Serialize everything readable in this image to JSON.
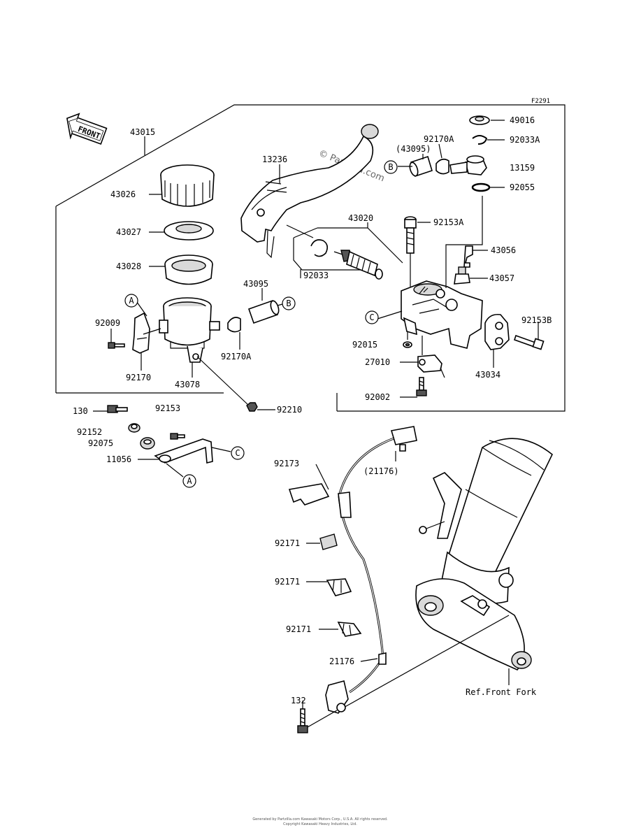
{
  "diagram_code": "F2291",
  "front_label": "FRONT",
  "watermark": "© Partzilla.com",
  "ref_label": "Ref.Front Fork",
  "copyright_line1": "Generated by Partzilla.com  Kawasaki Motors Corp., U.S.A. All rights reserved.",
  "copyright_line2": "Copyright Kawasaki Heavy Industries, Ltd.",
  "labels": {
    "p43015": "43015",
    "p43026": "43026",
    "p43027": "43027",
    "p43028": "43028",
    "p13236": "13236",
    "p43095b": "(43095)",
    "p92170a_top": "92170A",
    "p49016": "49016",
    "p92033a": "92033A",
    "p13159": "13159",
    "p92055": "92055",
    "p43020": "43020",
    "p92153a": "92153A",
    "p43056": "43056",
    "p43057": "43057",
    "p92033": "92033",
    "p43095": "43095",
    "p92009": "92009",
    "p92170a": "92170A",
    "p92170": "92170",
    "p43078": "43078",
    "p92015": "92015",
    "p27010": "27010",
    "p92153b": "92153B",
    "p43034": "43034",
    "p92002": "92002",
    "p130": "130",
    "p92153": "92153",
    "p92210": "92210",
    "p92152": "92152",
    "p92075": "92075",
    "p11056": "11056",
    "p92173": "92173",
    "p21176b": "(21176)",
    "p92171_1": "92171",
    "p92171_2": "92171",
    "p92171_3": "92171",
    "p21176": "21176",
    "p132": "132"
  },
  "circles": {
    "A": "A",
    "B": "B",
    "C": "C"
  }
}
